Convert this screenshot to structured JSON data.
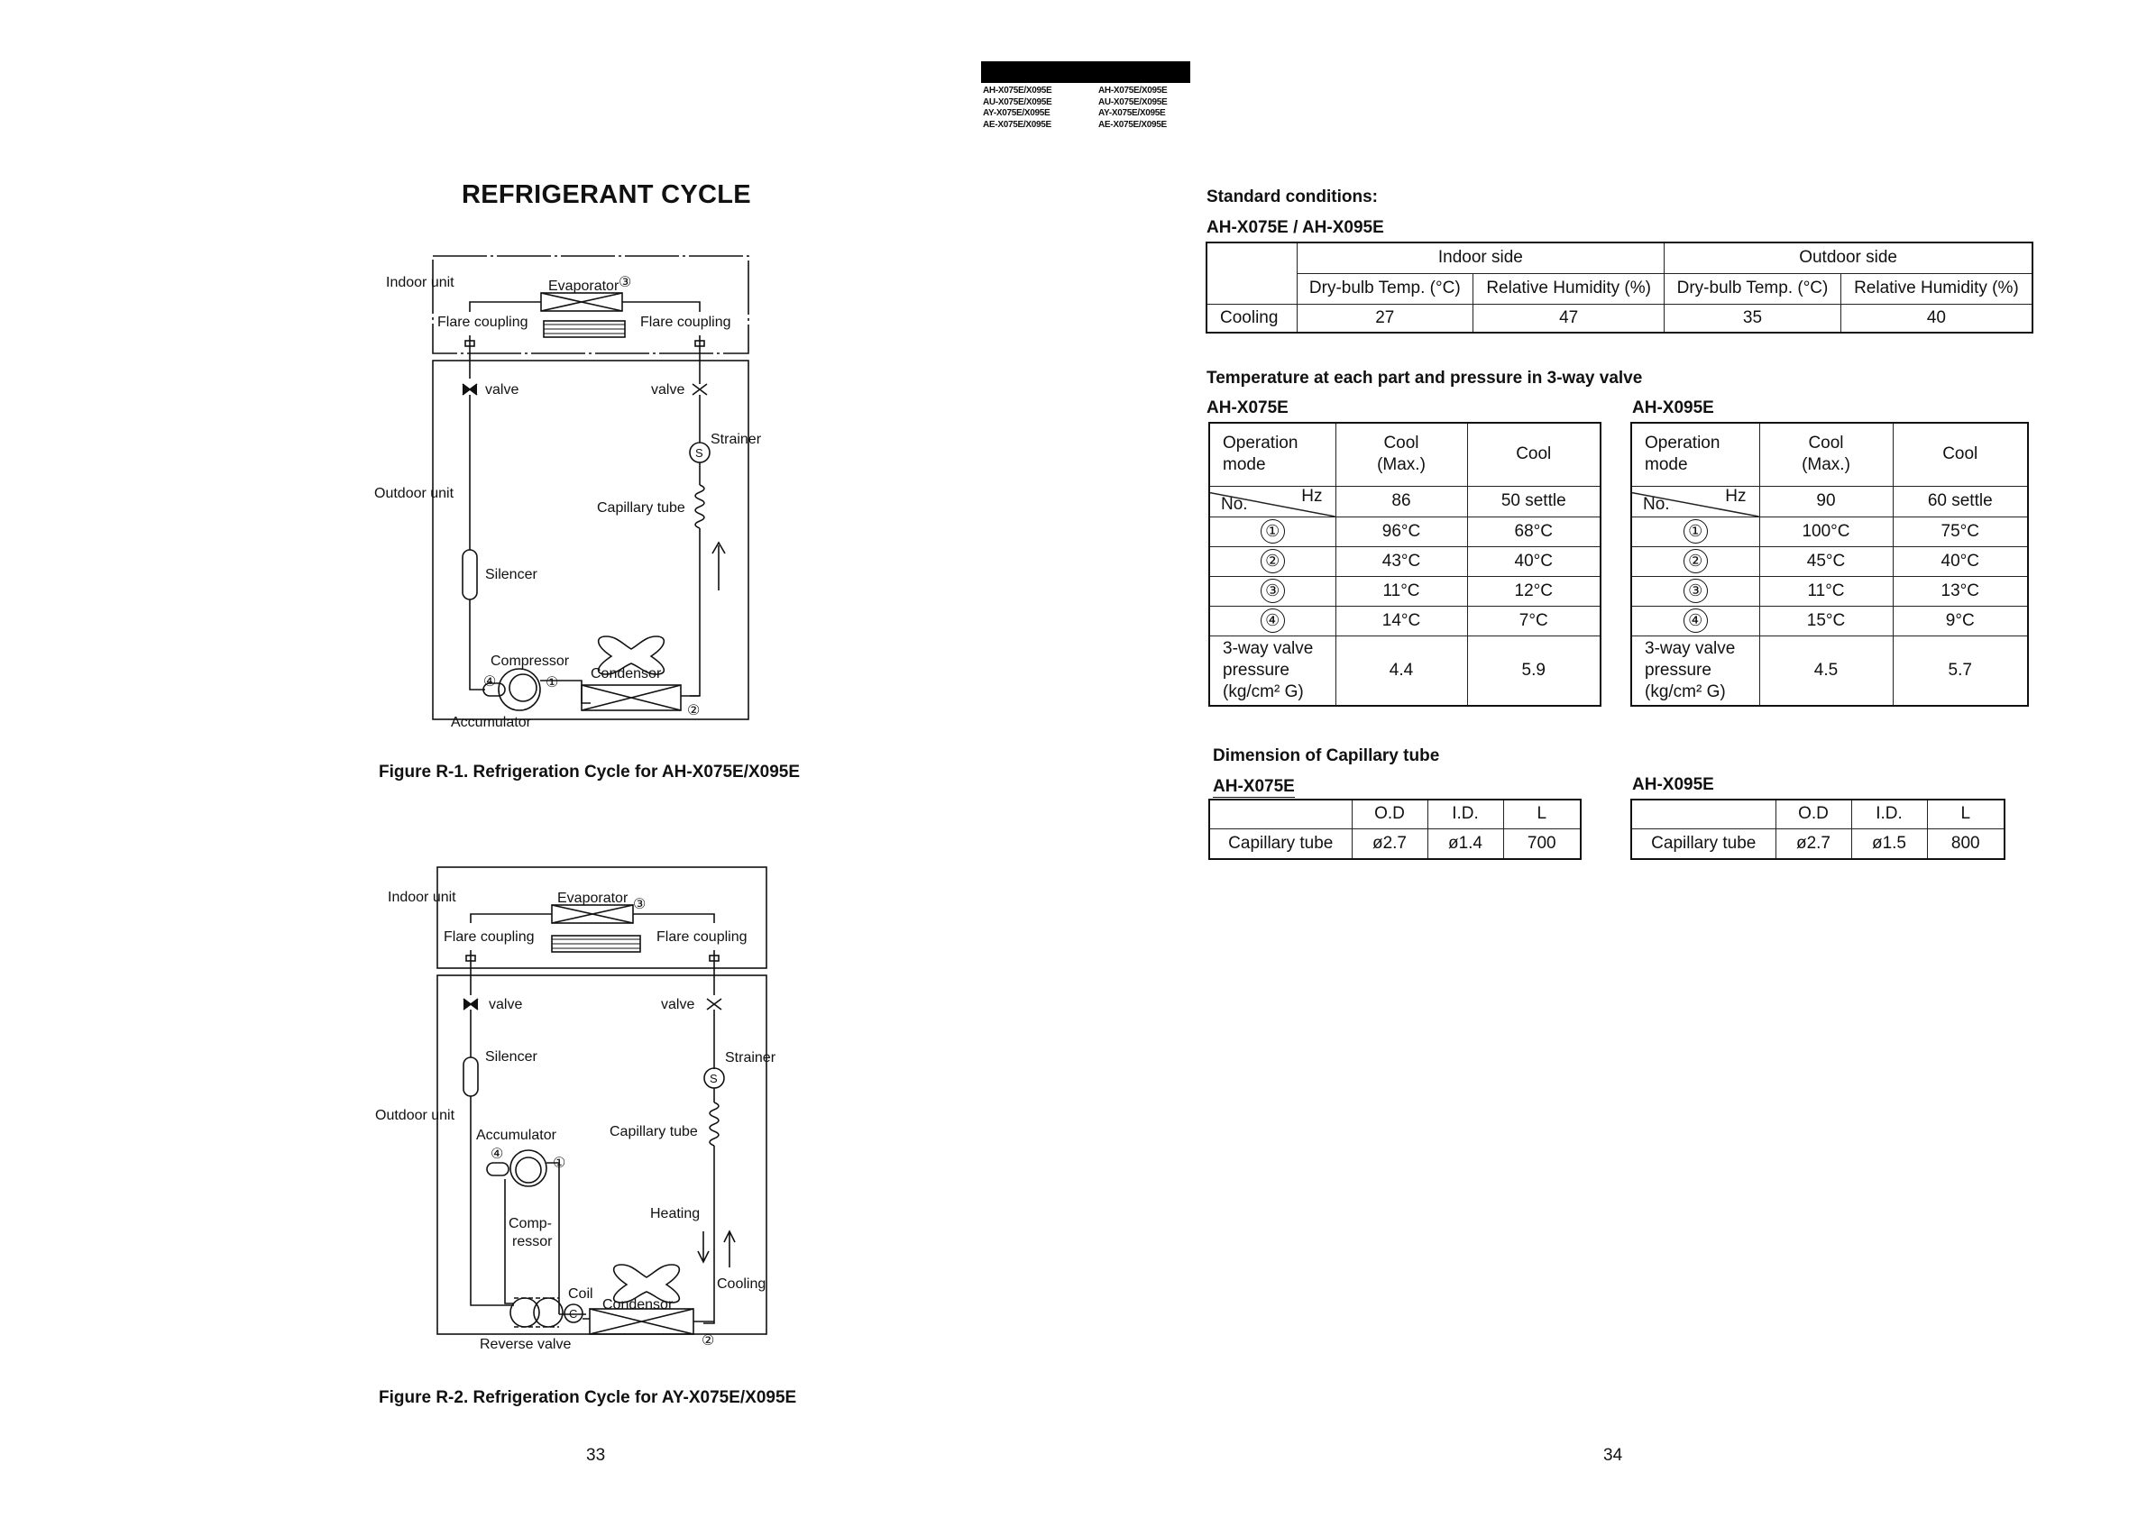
{
  "header": {
    "models_left": [
      "AH-X075E/X095E",
      "AU-X075E/X095E",
      "AY-X075E/X095E",
      "AE-X075E/X095E"
    ],
    "models_right": [
      "AH-X075E/X095E",
      "AU-X075E/X095E",
      "AY-X075E/X095E",
      "AE-X075E/X095E"
    ]
  },
  "left_page": {
    "title": "REFRIGERANT CYCLE",
    "figure1": {
      "caption": "Figure R-1. Refrigeration Cycle for AH-X075E/X095E",
      "labels": {
        "indoor_unit": "Indoor unit",
        "outdoor_unit": "Outdoor unit",
        "evaporator": "Evaporator",
        "flare_coupling_left": "Flare coupling",
        "flare_coupling_right": "Flare coupling",
        "valve_left": "valve",
        "valve_right": "valve",
        "strainer": "Strainer",
        "capillary_tube": "Capillary tube",
        "silencer": "Silencer",
        "compressor": "Compressor",
        "condensor": "Condensor",
        "accumulator": "Accumulator",
        "s_mark": "S"
      }
    },
    "figure2": {
      "caption": "Figure R-2. Refrigeration Cycle for AY-X075E/X095E",
      "labels": {
        "indoor_unit": "Indoor unit",
        "outdoor_unit": "Outdoor unit",
        "evaporator": "Evaporator",
        "flare_coupling_left": "Flare coupling",
        "flare_coupling_right": "Flare coupling",
        "valve_left": "valve",
        "valve_right": "valve",
        "silencer": "Silencer",
        "strainer": "Strainer",
        "accumulator": "Accumulator",
        "capillary_tube": "Capillary tube",
        "comp_line1": "Comp-",
        "comp_line2": "ressor",
        "heating": "Heating",
        "cooling": "Cooling",
        "coil": "Coil",
        "condensor": "Condensor",
        "reverse_valve": "Reverse valve",
        "s_mark": "S",
        "c_mark": "C"
      }
    },
    "point_marks": [
      "①",
      "②",
      "③",
      "④"
    ],
    "page_number": "33"
  },
  "right_page": {
    "standard_conditions": {
      "heading": "Standard conditions:",
      "model": "AH-X075E / AH-X095E",
      "indoor_side": "Indoor side",
      "outdoor_side": "Outdoor side",
      "columns": [
        "Dry-bulb Temp. (°C)",
        "Relative Humidity (%)",
        "Dry-bulb Temp. (°C)",
        "Relative Humidity (%)"
      ],
      "row_label": "Cooling",
      "row_values": [
        "27",
        "47",
        "35",
        "40"
      ]
    },
    "temperature_section": {
      "heading": "Temperature at each part and pressure in 3-way valve",
      "tables": [
        {
          "model": "AH-X075E",
          "op_mode_line1": "Operation",
          "op_mode_line2": "mode",
          "col1_line1": "Cool",
          "col1_line2": "(Max.)",
          "col2": "Cool",
          "no_label": "No.",
          "hz_label": "Hz",
          "hz_values": [
            "86",
            "50 settle"
          ],
          "rows": [
            {
              "no": "①",
              "values": [
                "96°C",
                "68°C"
              ]
            },
            {
              "no": "②",
              "values": [
                "43°C",
                "40°C"
              ]
            },
            {
              "no": "③",
              "values": [
                "11°C",
                "12°C"
              ]
            },
            {
              "no": "④",
              "values": [
                "14°C",
                "7°C"
              ]
            }
          ],
          "pressure_line1": "3-way valve",
          "pressure_line2": "pressure",
          "pressure_line3": "(kg/cm² G)",
          "pressure_values": [
            "4.4",
            "5.9"
          ]
        },
        {
          "model": "AH-X095E",
          "op_mode_line1": "Operation",
          "op_mode_line2": "mode",
          "col1_line1": "Cool",
          "col1_line2": "(Max.)",
          "col2": "Cool",
          "no_label": "No.",
          "hz_label": "Hz",
          "hz_values": [
            "90",
            "60 settle"
          ],
          "rows": [
            {
              "no": "①",
              "values": [
                "100°C",
                "75°C"
              ]
            },
            {
              "no": "②",
              "values": [
                "45°C",
                "40°C"
              ]
            },
            {
              "no": "③",
              "values": [
                "11°C",
                "13°C"
              ]
            },
            {
              "no": "④",
              "values": [
                "15°C",
                "9°C"
              ]
            }
          ],
          "pressure_line1": "3-way valve",
          "pressure_line2": "pressure",
          "pressure_line3": "(kg/cm² G)",
          "pressure_values": [
            "4.5",
            "5.7"
          ]
        }
      ]
    },
    "capillary_section": {
      "heading": "Dimension of Capillary tube",
      "tables": [
        {
          "model": "AH-X075E",
          "headers": [
            "O.D",
            "I.D.",
            "L"
          ],
          "row_label": "Capillary tube",
          "values": [
            "ø2.7",
            "ø1.4",
            "700"
          ]
        },
        {
          "model": "AH-X095E",
          "headers": [
            "O.D",
            "I.D.",
            "L"
          ],
          "row_label": "Capillary tube",
          "values": [
            "ø2.7",
            "ø1.5",
            "800"
          ]
        }
      ]
    },
    "page_number": "34"
  }
}
